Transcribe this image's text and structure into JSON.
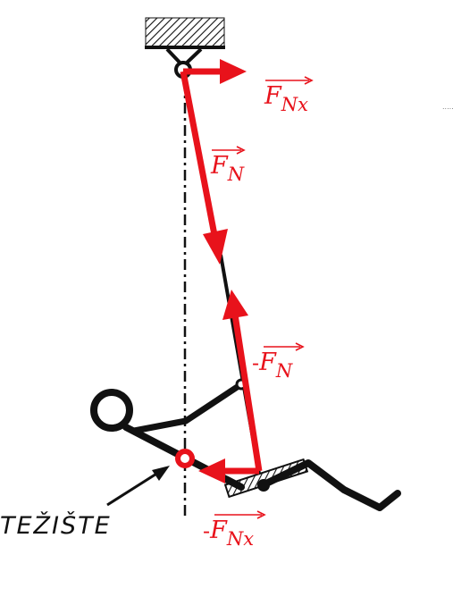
{
  "labels": {
    "fnx": {
      "base": "F",
      "sub": "Nx"
    },
    "fn": {
      "base": "F",
      "sub": "N"
    },
    "neg_fn": {
      "sign": "-",
      "base": "F",
      "sub": "N"
    },
    "neg_fnx": {
      "sign": "-",
      "base": "F",
      "sub": "Nx"
    },
    "center_of_mass": "TEŽIŠTE",
    "dots": "....."
  },
  "colors": {
    "force": "#e8121b",
    "body": "#111111"
  }
}
